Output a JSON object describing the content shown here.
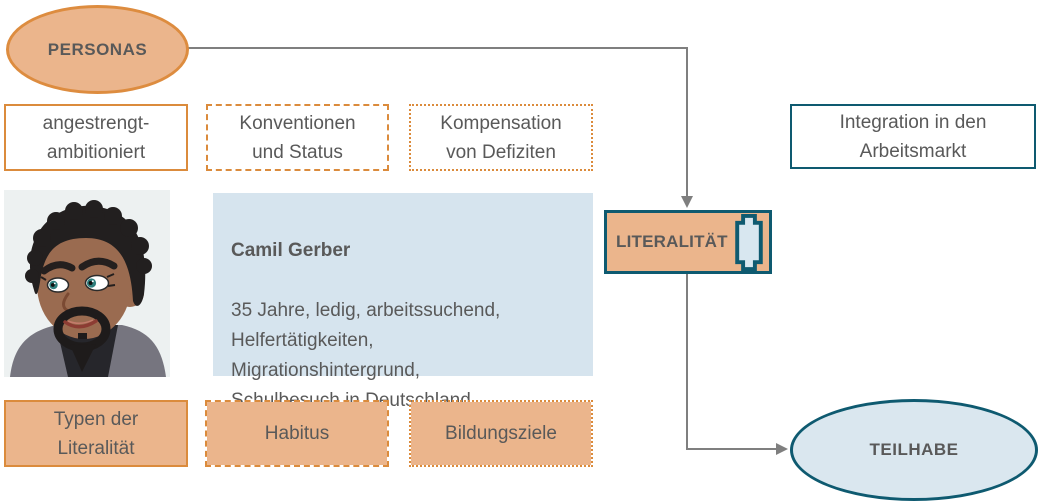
{
  "colors": {
    "orange_fill": "#EBB58C",
    "orange_border": "#DB8B3C",
    "teal_border": "#0E5A70",
    "card_blue": "#D6E4EE",
    "ellipse_blue": "#DAE7EF",
    "text_gray": "#595959",
    "connector_gray": "#7F7F7F"
  },
  "personas": {
    "label": "PERSONAS"
  },
  "top_boxes": [
    {
      "label": "angestrengt-\nambitioniert",
      "border_style": "solid"
    },
    {
      "label": "Konventionen\nund Status",
      "border_style": "dashed"
    },
    {
      "label": "Kompensation\nvon Defiziten",
      "border_style": "dotted"
    }
  ],
  "integration": {
    "label": "Integration in den\nArbeitsmarkt"
  },
  "persona_card": {
    "name": "Camil Gerber",
    "details": "35 Jahre, ledig, arbeitssuchend,\nHelfertätigkeiten,\nMigrationshintergrund,\nSchulbesuch in Deutschland"
  },
  "avatar": {
    "icon": "male-persona-avatar"
  },
  "literalitaet": {
    "label": "LITERALITÄT",
    "icon": "vertical-scroll-icon"
  },
  "bottom_boxes": [
    {
      "label": "Typen der\nLiteralität",
      "border_style": "solid"
    },
    {
      "label": "Habitus",
      "border_style": "dashed"
    },
    {
      "label": "Bildungsziele",
      "border_style": "dotted"
    }
  ],
  "teilhabe": {
    "label": "TEILHABE"
  }
}
